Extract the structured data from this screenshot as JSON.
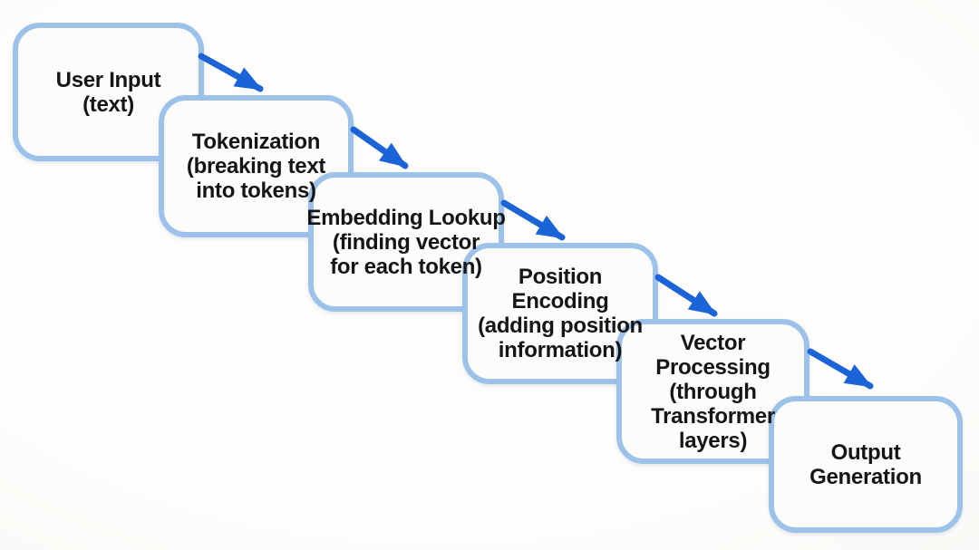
{
  "diagram": {
    "type": "flowchart",
    "description": "Cascading pipeline of language-model text processing steps connected by diagonal arrows, flowing from top-left to bottom-right",
    "steps": [
      {
        "label": "User Input (text)",
        "lines": [
          "User Input",
          "(text)"
        ]
      },
      {
        "label": "Tokenization (breaking text into tokens)",
        "lines": [
          "Tokenization",
          "(breaking text",
          "into tokens)"
        ]
      },
      {
        "label": "Embedding Lookup (finding vector for each token)",
        "lines": [
          "Embedding Lookup",
          "(finding vector",
          "for each token)"
        ]
      },
      {
        "label": "Position Encoding (adding position information)",
        "lines": [
          "Position",
          "Encoding",
          "(adding position",
          "information)"
        ]
      },
      {
        "label": "Vector Processing (through Transformer layers)",
        "lines": [
          "Vector",
          "Processing",
          "(through",
          "Transformer",
          "layers)"
        ]
      },
      {
        "label": "Output Generation",
        "lines": [
          "Output",
          "Generation"
        ]
      }
    ],
    "connector_count": 5,
    "connector_style": "diagonal arrow down-right"
  },
  "colors": {
    "background": "#fbfaf7",
    "box_fill": "#fcfcfa",
    "box_border": "#9cc2ea",
    "arrow": "#1b64d8",
    "text": "#151515"
  }
}
